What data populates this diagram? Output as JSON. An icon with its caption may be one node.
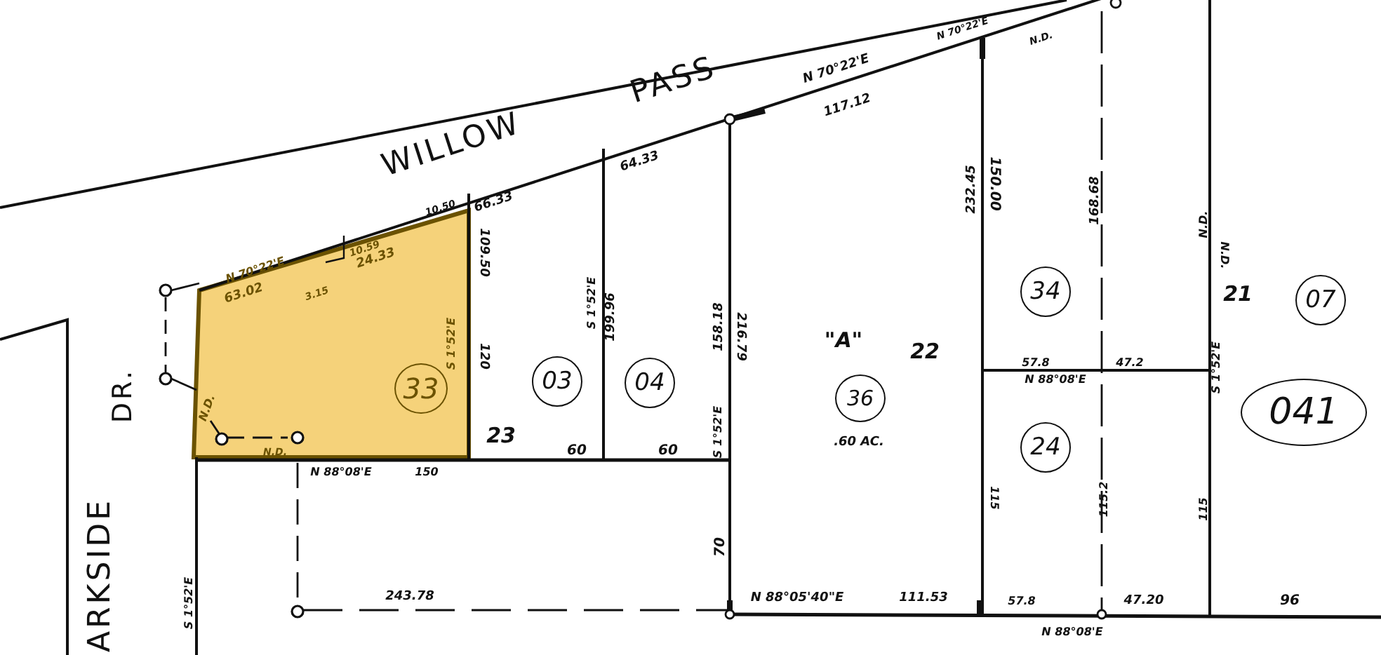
{
  "diagram": {
    "nodes": [
      {
        "text": [
          "33"
        ]
      },
      {
        "text": [
          "03"
        ]
      },
      {
        "text": [
          "04"
        ]
      },
      {
        "text": [
          "36"
        ]
      },
      {
        "text": [
          "34"
        ]
      },
      {
        "text": [
          "24"
        ]
      },
      {
        "text": [
          "07"
        ]
      },
      {
        "text": [
          "041"
        ]
      }
    ],
    "labels": [
      "WILLOW",
      "PASS",
      "DR.",
      "ARKSIDE",
      "N 70°22'E",
      "N.D.",
      "66.33",
      "64.33",
      "N 70°22'E",
      "117.12",
      "10.50",
      "10.59",
      "N 70°22'E",
      "63.02",
      "24.33",
      "3.15",
      "109.50",
      "S 1°52'E",
      "120",
      "N.D.",
      "N.D.",
      "23",
      "60",
      "60",
      "N 88°08'E",
      "150",
      "S 1°52'E",
      "199.96",
      "158.18",
      "216.79",
      "S 1°52'E",
      "\"A\"",
      "22",
      ".60 AC.",
      "232.45",
      "150.00",
      "168.68",
      "N.D.",
      "N.D.",
      "21",
      "S 1°52'E",
      "57.8",
      "47.2",
      "N 88°08'E",
      "115",
      "115.2",
      "115",
      "70",
      "N 88°05'40\"E",
      "111.53",
      "57.8",
      "N 88°08'E",
      "47.20",
      "96",
      "243.78",
      "S 1°52'E"
    ]
  }
}
